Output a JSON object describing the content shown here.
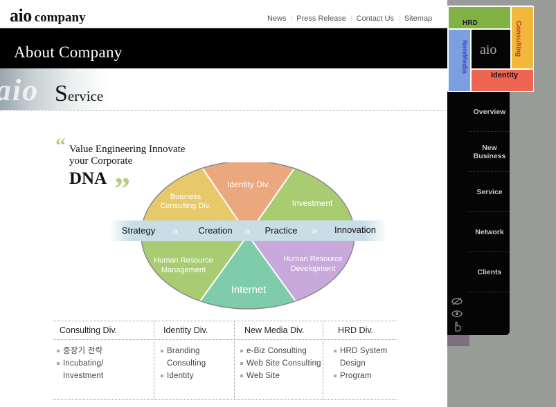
{
  "logo": {
    "aio": "aio",
    "company": "company"
  },
  "topnav": [
    "News",
    "Press Release",
    "Contact Us",
    "Sitemap"
  ],
  "banner": {
    "title": "About Company"
  },
  "section": {
    "ghost": "aio",
    "title_big": "S",
    "title_rest": "ervice"
  },
  "slogan": {
    "line1": "Value Engineering Innovate",
    "line2": "your Corporate",
    "dna": "DNA"
  },
  "diagram": {
    "segments": {
      "business_consulting": "Business\nConsulting Div.",
      "identity": "Identity Div.",
      "investment": "Investment",
      "hr_management": "Human Resource\nManagement",
      "internet": "Internet",
      "hr_development": "Human Resource\nDevelopment"
    },
    "band": [
      "Strategy",
      "Creation",
      "Practice",
      "Innovation"
    ],
    "band_arrows": "»",
    "colors": {
      "gold": "#e8c96a",
      "salmon": "#eba77e",
      "green": "#a9cc72",
      "teal": "#7fccaa",
      "purple": "#c9a8dc",
      "band": "#c8dde6"
    }
  },
  "table": {
    "columns": [
      {
        "head": "Consulting Div.",
        "items": [
          "중장기 전략",
          "Incubating/\nInvestment"
        ]
      },
      {
        "head": "Identity Div.",
        "items": [
          "Branding\nConsulting",
          "Identity"
        ]
      },
      {
        "head": "New Media Div.",
        "items": [
          "e-Biz Consulting",
          "Web Site Consulting",
          "Web Site"
        ]
      },
      {
        "head": "HRD Div.",
        "items": [
          "HRD System\nDesign",
          "Program"
        ]
      }
    ]
  },
  "mosaic": {
    "hrd": "HRD",
    "consulting": "Consulting",
    "newmedia": "NewMedia",
    "identity": "Identity",
    "center": "aio"
  },
  "menu": [
    "Overview",
    "New\nBusiness",
    "Service",
    "Network",
    "Clients"
  ],
  "menu_icons": [
    "eye-slash-icon",
    "eye-icon",
    "hand-pointer-icon"
  ]
}
